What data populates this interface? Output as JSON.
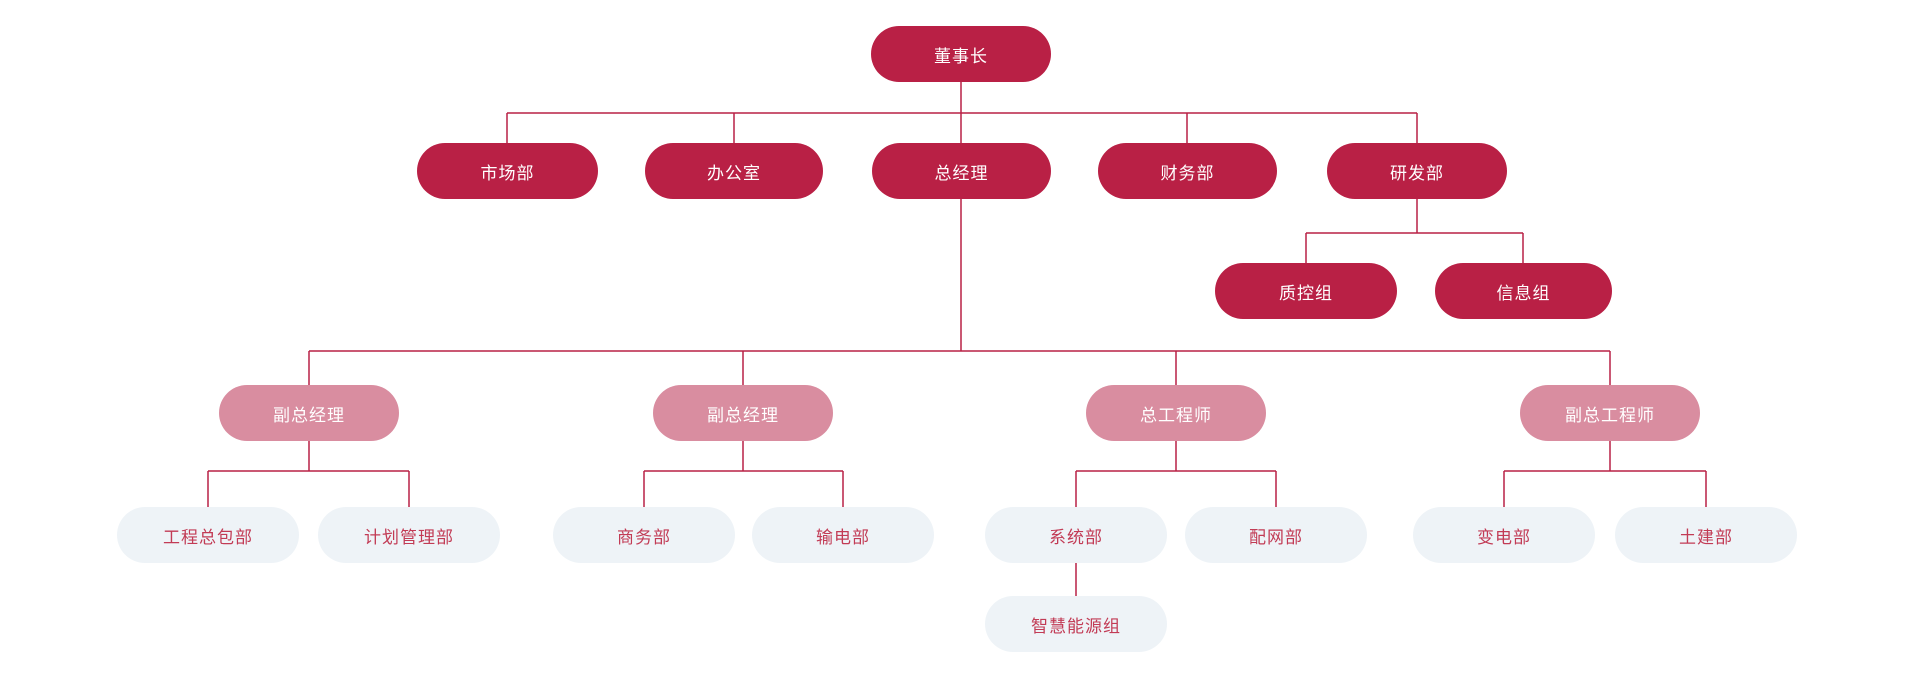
{
  "chart": {
    "type": "org-chart",
    "nodes": {
      "chairman": {
        "label": "董事长",
        "level": "primary"
      },
      "marketing": {
        "label": "市场部",
        "level": "primary"
      },
      "office": {
        "label": "办公室",
        "level": "primary"
      },
      "general_manager": {
        "label": "总经理",
        "level": "primary"
      },
      "finance": {
        "label": "财务部",
        "level": "primary"
      },
      "rnd": {
        "label": "研发部",
        "level": "primary"
      },
      "qc_group": {
        "label": "质控组",
        "level": "primary"
      },
      "info_group": {
        "label": "信息组",
        "level": "primary"
      },
      "deputy_gm_1": {
        "label": "副总经理",
        "level": "secondary"
      },
      "deputy_gm_2": {
        "label": "副总经理",
        "level": "secondary"
      },
      "chief_engineer": {
        "label": "总工程师",
        "level": "secondary"
      },
      "deputy_chief_engineer": {
        "label": "副总工程师",
        "level": "secondary"
      },
      "epc_dept": {
        "label": "工程总包部",
        "level": "tertiary"
      },
      "planning_dept": {
        "label": "计划管理部",
        "level": "tertiary"
      },
      "commerce_dept": {
        "label": "商务部",
        "level": "tertiary"
      },
      "transmission_dept": {
        "label": "输电部",
        "level": "tertiary"
      },
      "system_dept": {
        "label": "系统部",
        "level": "tertiary"
      },
      "distribution_dept": {
        "label": "配网部",
        "level": "tertiary"
      },
      "substation_dept": {
        "label": "变电部",
        "level": "tertiary"
      },
      "civil_dept": {
        "label": "土建部",
        "level": "tertiary"
      },
      "smart_energy_group": {
        "label": "智慧能源组",
        "level": "tertiary"
      }
    },
    "colors": {
      "primary_fill": "#b92045",
      "secondary_fill": "#d98da0",
      "tertiary_fill": "#eef3f7",
      "tertiary_text": "#c23b55",
      "node_text": "#ffffff",
      "connector": "#b92045",
      "background": "#ffffff"
    }
  }
}
